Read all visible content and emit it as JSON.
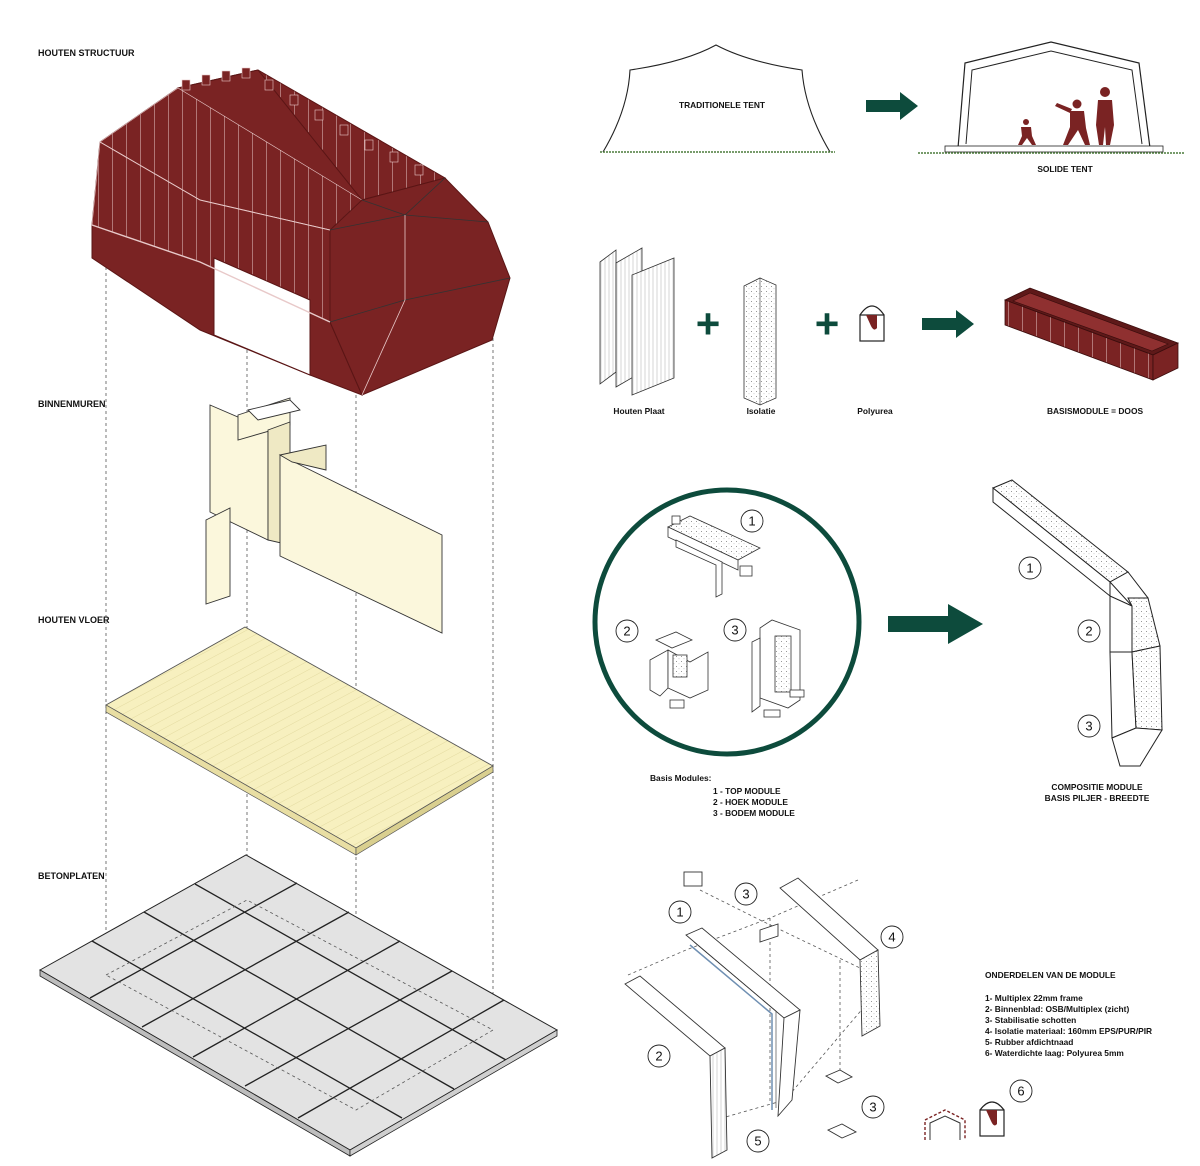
{
  "colors": {
    "wood_structure": "#7a2323",
    "accent_green": "#0d4b3c",
    "interior_wall": "#fbf7dc",
    "floor": "#f7f0bf",
    "concrete": "#e3e3e3",
    "ink": "#111111"
  },
  "left": {
    "houten_structuur": "HOUTEN STRUCTUUR",
    "binnenmuren": "BINNENMUREN",
    "houten_vloer": "HOUTEN VLOER",
    "betonplaten": "BETONPLATEN"
  },
  "concept": {
    "traditional": "TRADITIONELE TENT",
    "solid": "SOLIDE TENT"
  },
  "materials": {
    "plate": "Houten Plaat",
    "insulation": "Isolatie",
    "polyurea": "Polyurea",
    "result": "BASISMODULE = DOOS",
    "plus_symbol": "+"
  },
  "modules": {
    "n1": "1",
    "n2": "2",
    "n3": "3",
    "legend_title": "Basis Modules:",
    "legend_1": "1 - TOP MODULE",
    "legend_2": "2 - HOEK MODULE",
    "legend_3": "3 - BODEM MODULE",
    "composite_1": "COMPOSITIE MODULE",
    "composite_2": "BASIS PILJER - BREEDTE"
  },
  "parts": {
    "title": "ONDERDELEN VAN DE  MODULE",
    "items": [
      "1- Multiplex 22mm frame",
      "2- Binnenblad: OSB/Multiplex (zicht)",
      "3- Stabilisatie schotten",
      "4- Isolatie materiaal: 160mm EPS/PUR/PIR",
      "5- Rubber afdichtnaad",
      "6- Waterdichte laag: Polyurea 5mm"
    ],
    "callouts": [
      "1",
      "2",
      "3",
      "4",
      "3",
      "5",
      "6"
    ]
  }
}
